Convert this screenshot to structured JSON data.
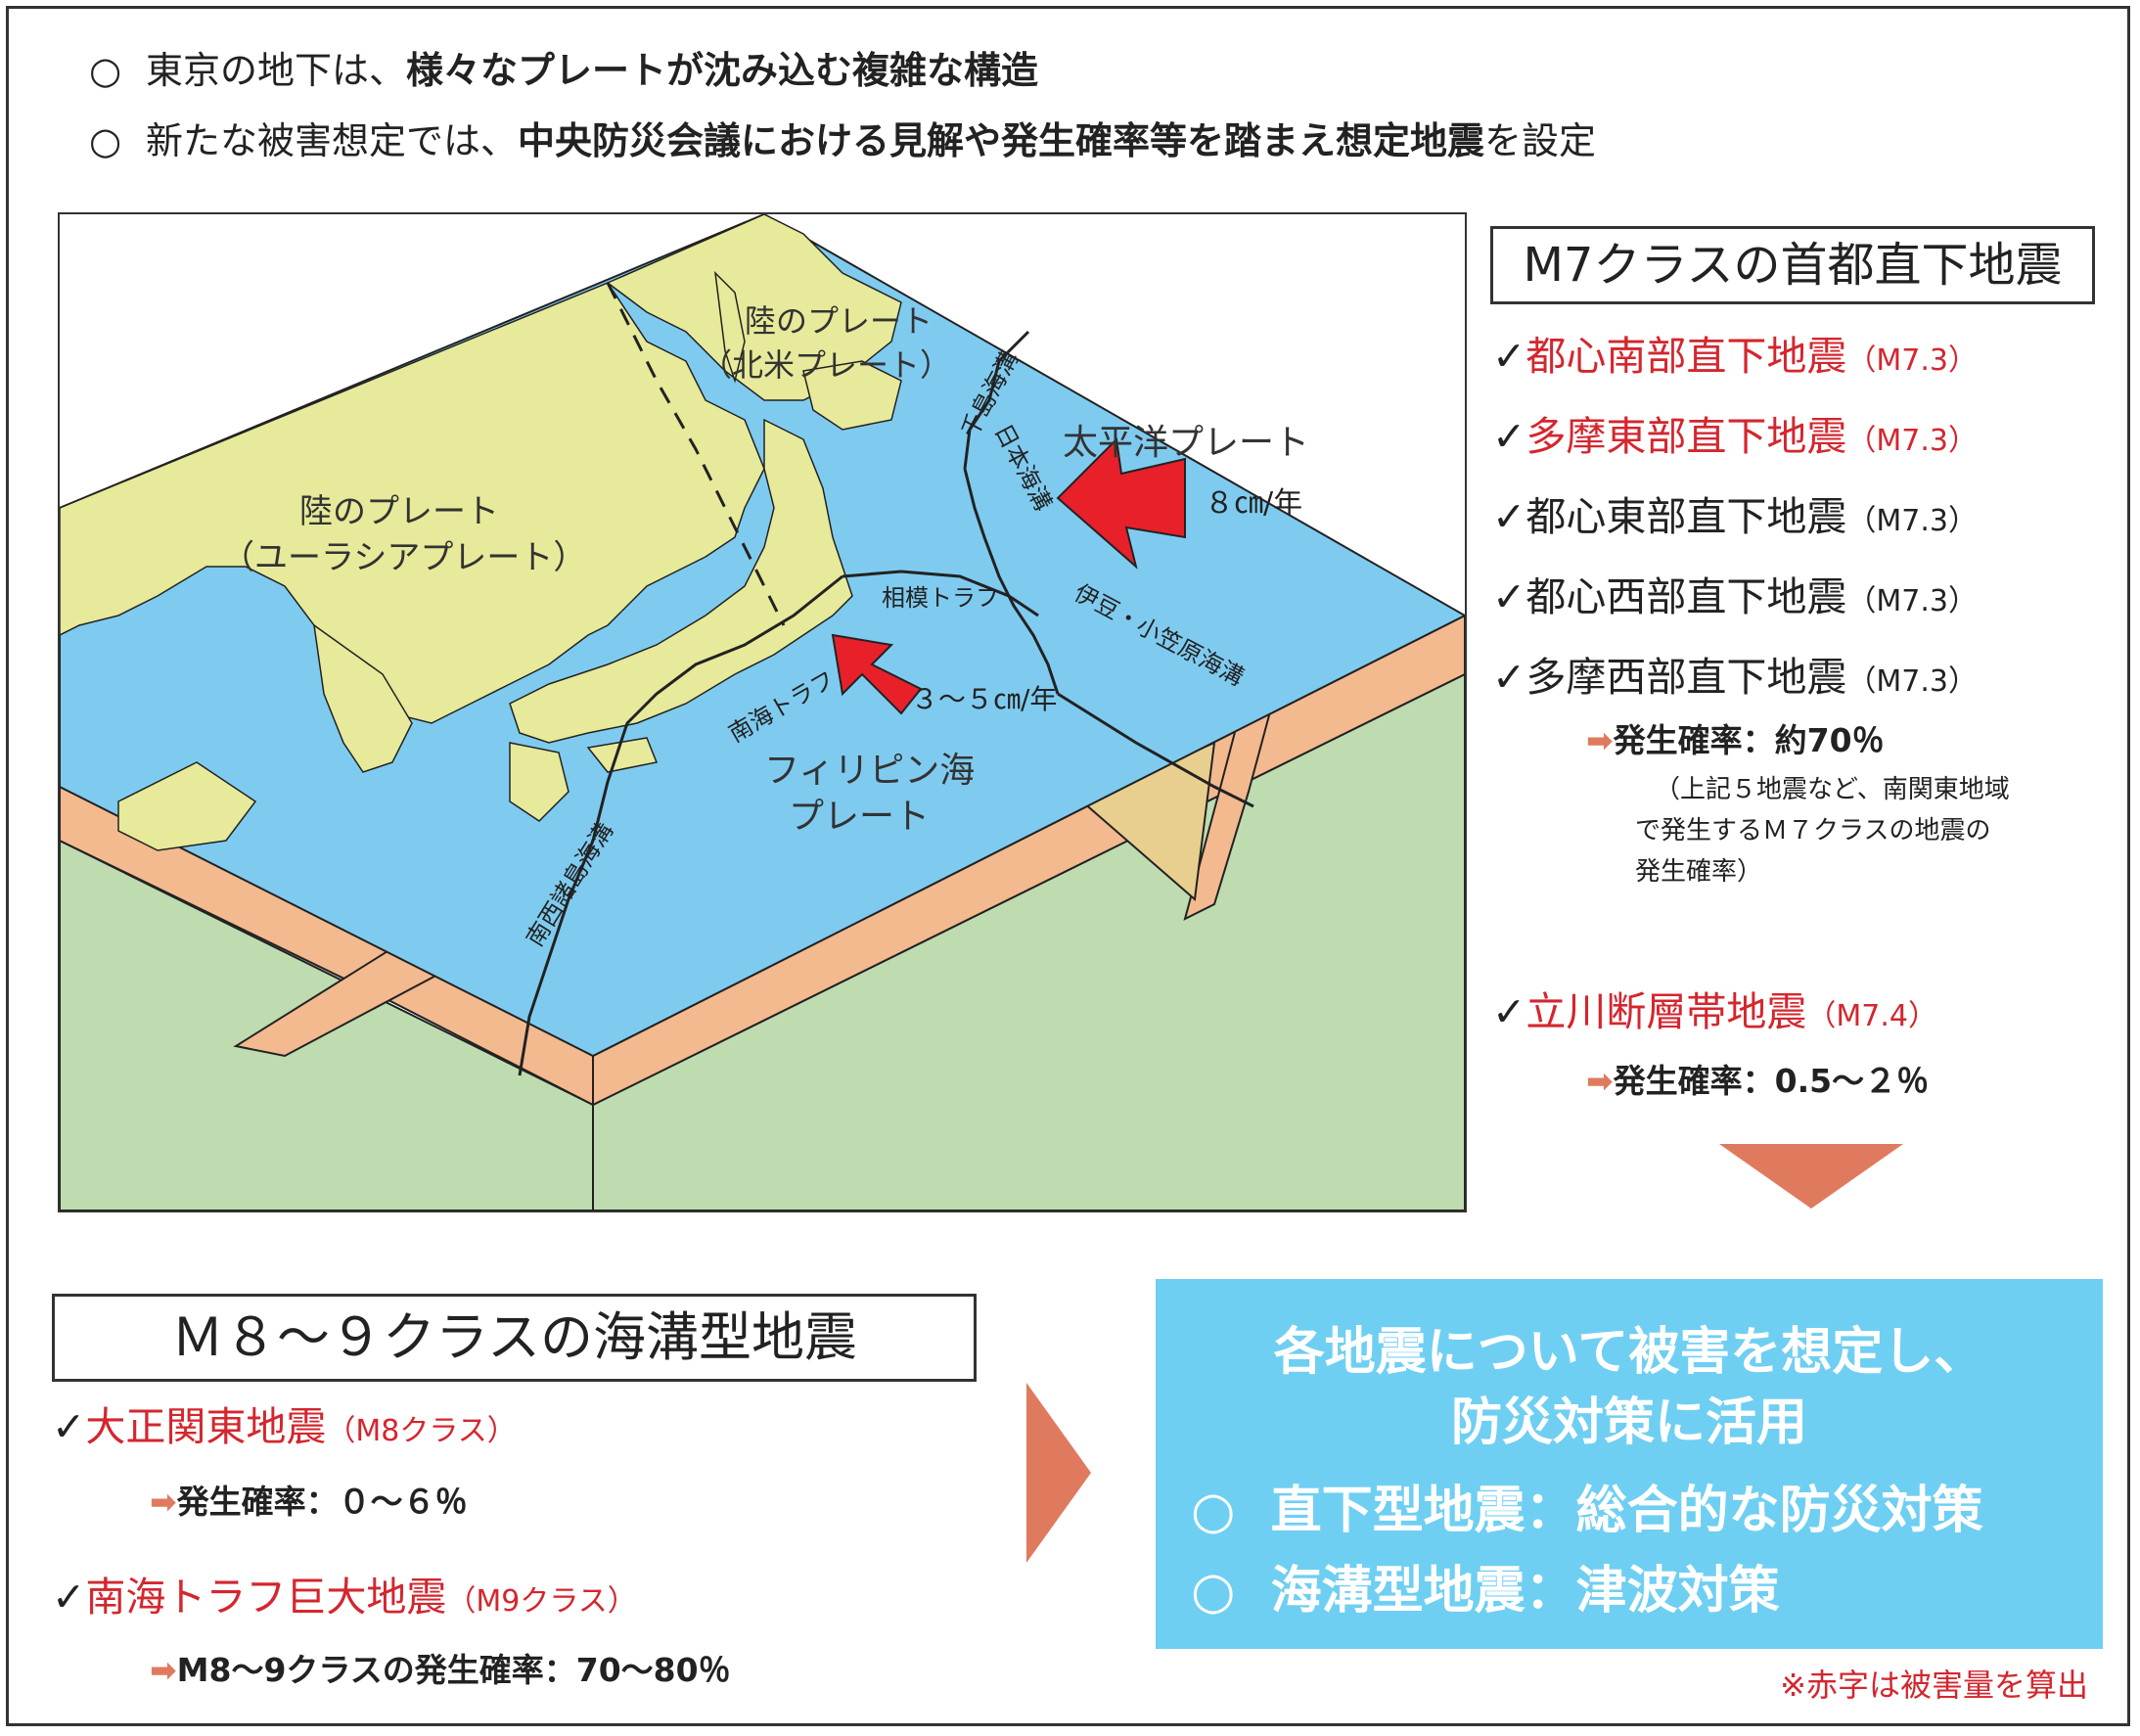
{
  "bullets": [
    {
      "mark": "○",
      "normal": "東京の地下は、",
      "bold": "様々なプレートが沈み込む複雑な構造",
      "tail": ""
    },
    {
      "mark": "○",
      "normal": "新たな被害想定では、",
      "bold": "中央防災会議における見解や発生確率等を踏まえ想定地震",
      "tail": "を設定"
    }
  ],
  "map": {
    "labels": {
      "north_american_1": "陸のプレート",
      "north_american_2": "（北米プレート）",
      "eurasian_1": "陸のプレート",
      "eurasian_2": "（ユーラシアプレート）",
      "pacific": "太平洋プレート",
      "pacific_speed": "８㎝/年",
      "philippine_1": "フィリピン海",
      "philippine_2": "プレート",
      "philippine_speed": "３～５㎝/年",
      "chishima": "千島海溝",
      "japan_trench": "日本海溝",
      "sagami": "相模トラフ",
      "izu": "伊豆・小笠原海溝",
      "nankai": "南海トラフ",
      "nansei": "南西諸島海溝"
    },
    "colors": {
      "sea": "#7fcbf0",
      "land": "#e6ea9a",
      "crust": "#f3b98f",
      "mantle": "#bedcb0",
      "wedge": "#e9cf8f",
      "arrow": "#e8202a"
    }
  },
  "m7": {
    "title": "M7クラスの首都直下地震",
    "check": "✓",
    "items": [
      {
        "name": "都心南部直下地震",
        "mag": "（M7.3）",
        "red": true
      },
      {
        "name": "多摩東部直下地震",
        "mag": "（M7.3）",
        "red": true
      },
      {
        "name": "都心東部直下地震",
        "mag": "（M7.3）",
        "red": false
      },
      {
        "name": "都心西部直下地震",
        "mag": "（M7.3）",
        "red": false
      },
      {
        "name": "多摩西部直下地震",
        "mag": "（M7.3）",
        "red": false
      }
    ],
    "prob_arrow": "➡",
    "prob": "発生確率：約70％",
    "note_lines": [
      "（上記５地震など、南関東地域",
      "で発生するＭ７クラスの地震の",
      "発生確率）"
    ],
    "tachikawa": {
      "name": "立川断層帯地震",
      "mag": "（M7.4）"
    },
    "tachikawa_prob": "発生確率：0.5～２％"
  },
  "m89": {
    "title": "Ｍ８～９クラスの海溝型地震",
    "items": [
      {
        "name": "大正関東地震",
        "mag": "（M8クラス）",
        "prob": "発生確率：０～６％"
      },
      {
        "name": "南海トラフ巨大地震",
        "mag": "（M9クラス）",
        "prob": "M8～9クラスの発生確率：70～80％"
      }
    ]
  },
  "result": {
    "line1": "各地震について被害を想定し、",
    "line2": "防災対策に活用",
    "items": [
      {
        "mark": "○",
        "text": "直下型地震：総合的な防災対策"
      },
      {
        "mark": "○",
        "text": "海溝型地震：津波対策"
      }
    ]
  },
  "footnote": "※赤字は被害量を算出"
}
